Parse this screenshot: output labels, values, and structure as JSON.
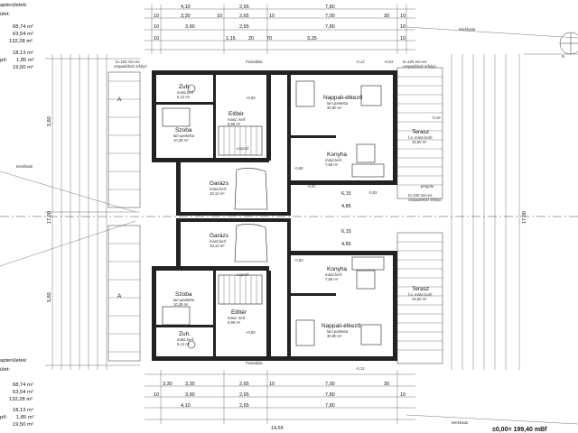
{
  "left_summary": {
    "top": {
      "heading": "apterületek:",
      "sub": "ület:",
      "area1": "68,74 m²",
      "area2": "63,54 m²",
      "area3": "132,28 m²",
      "area4": "18,13 m²",
      "area5": "1,85 m²",
      "area6": "19,50 m²",
      "prefix": "pő:"
    },
    "bottom": {
      "heading": "apterületek:",
      "sub": "ület:",
      "area1": "68,74 m²",
      "area2": "63,54 m²",
      "area3": "132,28 m²",
      "area4": "18,13 m²",
      "area5": "1,85 m²",
      "area6": "19,50 m²",
      "prefix": "pő:"
    }
  },
  "dims": {
    "top_row1": [
      "4,10",
      "2,65",
      "7,80"
    ],
    "top_row2": [
      "10",
      "3,30",
      "10",
      "2,65",
      "10",
      "7,00",
      "30",
      "10"
    ],
    "top_row3": [
      "10",
      "3,90",
      "2,65",
      "7,80",
      "10"
    ],
    "top_row4": [
      "10",
      "1,15",
      "20",
      "70",
      "3,25",
      "10"
    ],
    "bottom_row1": [
      "3,30",
      "3,30",
      "2,65",
      "10",
      "7,00",
      "30"
    ],
    "bottom_row2": [
      "10",
      "3,90",
      "2,65",
      "7,80",
      "10"
    ],
    "bottom_row3": [
      "4,10",
      "2,65",
      "7,80"
    ],
    "total_bottom": "14,55",
    "left_vertical": [
      "5,60",
      "17,00",
      "5,60"
    ],
    "right_vertical": "17,00",
    "center_dims": [
      "6,15",
      "4,85",
      "6,15",
      "4,85"
    ]
  },
  "rooms": {
    "top_unit": [
      {
        "name": "Zuh.",
        "floor": "mász.kerf.",
        "area": "5,12 m²"
      },
      {
        "name": "Szoba",
        "floor": "lam.parketta",
        "area": "10,39 m²"
      },
      {
        "name": "Előtér",
        "floor": "mász. kerf.",
        "area": "9,99 m²"
      },
      {
        "name": "Lépcső",
        "floor": "",
        "area": ""
      },
      {
        "name": "Nappali-étkező",
        "floor": "lam.parketta",
        "area": "30,80 m²"
      },
      {
        "name": "Konyha",
        "floor": "mász.kerf.",
        "area": "7,68 m²"
      },
      {
        "name": "Terasz",
        "floor": "f.a. mász.borít",
        "area": "19,50 m²"
      },
      {
        "name": "Garázs",
        "floor": "mász.kerf.",
        "area": "18,13 m²"
      }
    ],
    "bottom_unit": [
      {
        "name": "Garázs",
        "floor": "mász.kerf.",
        "area": "18,13 m²"
      },
      {
        "name": "Szoba",
        "floor": "lam.parketta",
        "area": "10,39 m²"
      },
      {
        "name": "Lépcső",
        "floor": "",
        "area": ""
      },
      {
        "name": "Konyha",
        "floor": "mász.kerf.",
        "area": "7,68 m²"
      },
      {
        "name": "Terasz",
        "floor": "f.a. mász.borít",
        "area": "19,50 m²"
      },
      {
        "name": "Előtér",
        "floor": "mász. kerf.",
        "area": "9,99 m²"
      },
      {
        "name": "Nappali-étkező",
        "floor": "lam.parketta",
        "area": "30,80 m²"
      },
      {
        "name": "Zuh.",
        "floor": "mász.kerf.",
        "area": "5,12 m²"
      }
    ]
  },
  "notes": {
    "pipe_top": [
      "D=100 mm-es",
      "csapadékvíz lefolyó"
    ],
    "pipe_right": [
      "D=100 mm-es",
      "csapadékvíz lefolyó"
    ],
    "pipe_mid": [
      "D=100 mm-es",
      "csapadékvíz lefolyó"
    ],
    "pergola": "pergola",
    "telekhatar": "telekhatár",
    "telekhatar_left": "telekhatár",
    "telekhatar_bottom": "telekhatár",
    "mailbox_top": "Postaláda",
    "mailbox_bottom": "Postaláda",
    "elevation": "±0,00= 199,40 mBf",
    "section_a": "A",
    "north": "N",
    "levels": [
      "-0,12",
      "-0,02",
      "+0,02",
      "-0,50",
      "-0,02",
      "+0,50",
      "-0,12"
    ],
    "marks": [
      "+0,50",
      "-0,50",
      "-0,19"
    ]
  }
}
